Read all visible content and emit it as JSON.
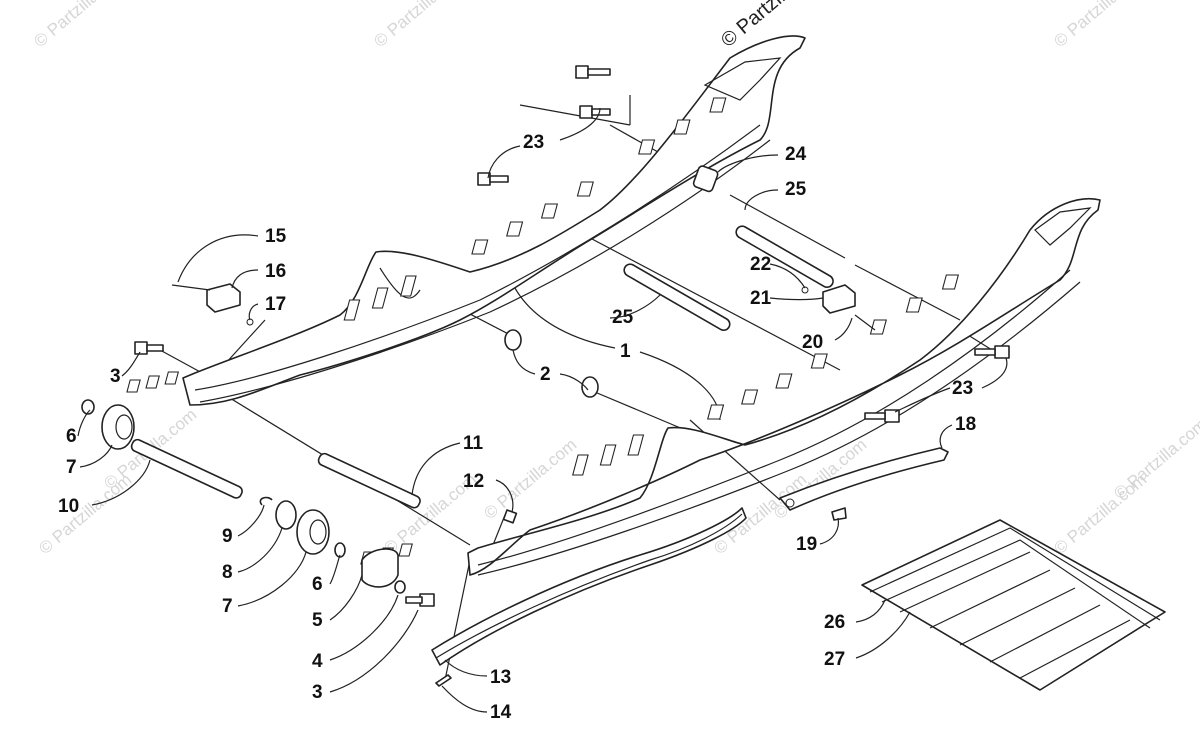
{
  "copyright": "© Partzilla.com",
  "watermark": "© Partzilla.com",
  "callouts": [
    "1",
    "2",
    "3",
    "3",
    "4",
    "5",
    "6",
    "6",
    "7",
    "7",
    "8",
    "9",
    "10",
    "11",
    "12",
    "13",
    "14",
    "15",
    "16",
    "17",
    "18",
    "19",
    "20",
    "21",
    "22",
    "23",
    "23",
    "24",
    "25",
    "25",
    "26",
    "27"
  ]
}
